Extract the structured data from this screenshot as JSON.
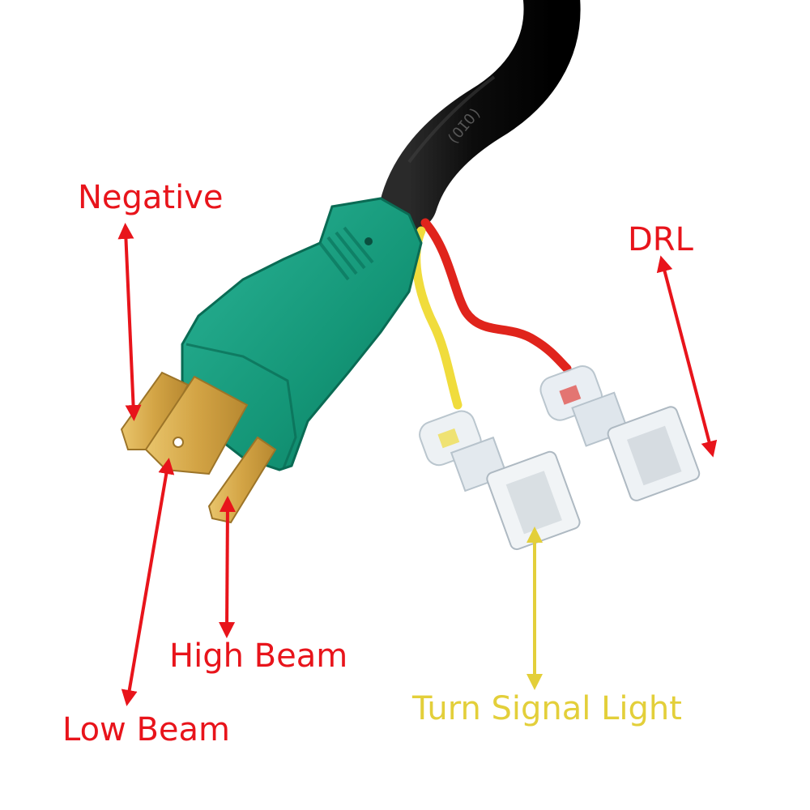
{
  "labels": {
    "negative": "Negative",
    "drl": "DRL",
    "high_beam": "High Beam",
    "low_beam": "Low Beam",
    "turn_signal": "Turn Signal Light"
  },
  "colors": {
    "annotation_red": "#e8141b",
    "annotation_yellow": "#e3cf3a",
    "plug_green": "#169b7e",
    "cable_black": "#111111",
    "wire_red": "#e0241c",
    "wire_yellow": "#f0dc3c",
    "terminal_brass": "#d4a84a"
  },
  "parts": [
    "black-cable",
    "green-h4-plug",
    "blade-terminal-negative",
    "blade-terminal-low-beam",
    "blade-terminal-high-beam",
    "red-wire",
    "yellow-wire",
    "insulated-connector-drl",
    "insulated-connector-turn-signal"
  ]
}
